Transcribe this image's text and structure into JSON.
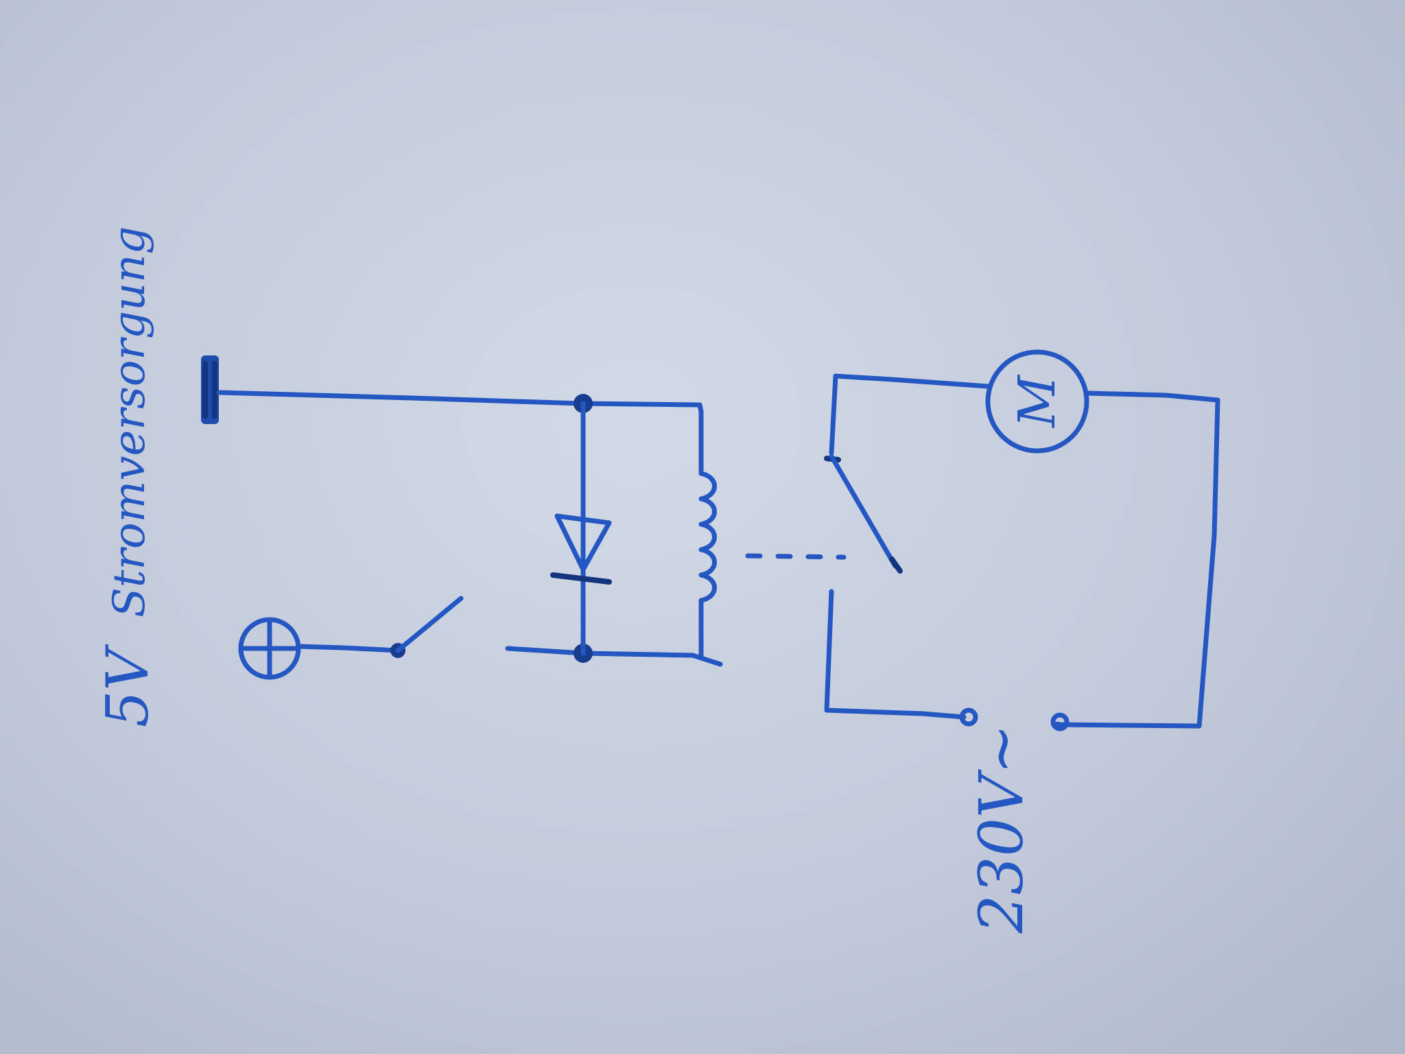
{
  "labels": {
    "supply_low": "5V",
    "supply_low_note": "Stromversorgung",
    "motor": "M",
    "supply_high": "230V~"
  },
  "colors": {
    "ink": "#2457c2",
    "ink_dark": "#12357e",
    "paper": "#c8cfdd"
  },
  "components": {
    "positive_terminal_icon": "circle-plus-icon",
    "ground_terminal_icon": "ground-bar-icon",
    "control_switch_icon": "switch-icon",
    "flyback_diode_icon": "diode-icon",
    "relay_coil_icon": "coil-icon",
    "relay_contact_icon": "switch-icon",
    "motor_icon": "motor-icon",
    "mains_terminal_icon": "terminal-icon"
  }
}
